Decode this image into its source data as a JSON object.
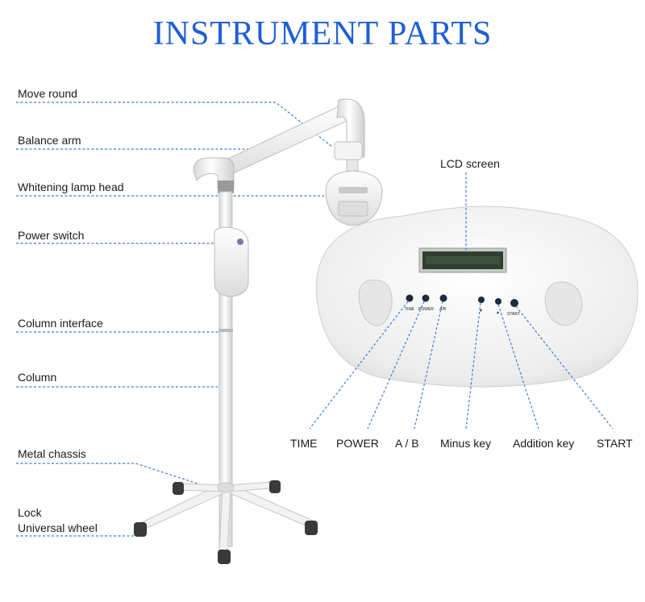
{
  "title": "INSTRUMENT PARTS",
  "left_labels": [
    "Move round",
    "Balance arm",
    "Whitening lamp head",
    "Power switch",
    "Column interface",
    "Column",
    "Metal chassis",
    "Lock",
    "Universal wheel"
  ],
  "lcd_label": "LCD screen",
  "panel_key_labels": [
    "TIME",
    "POWER",
    "A/B",
    "▼",
    "▲",
    "START"
  ],
  "bottom_labels": [
    "TIME",
    "POWER",
    "A / B",
    "Minus key",
    "Addition key",
    "START"
  ],
  "colors": {
    "title": "#1f5fd6",
    "leader": "#3a7bd5",
    "lcd": "#2f3f2f"
  }
}
